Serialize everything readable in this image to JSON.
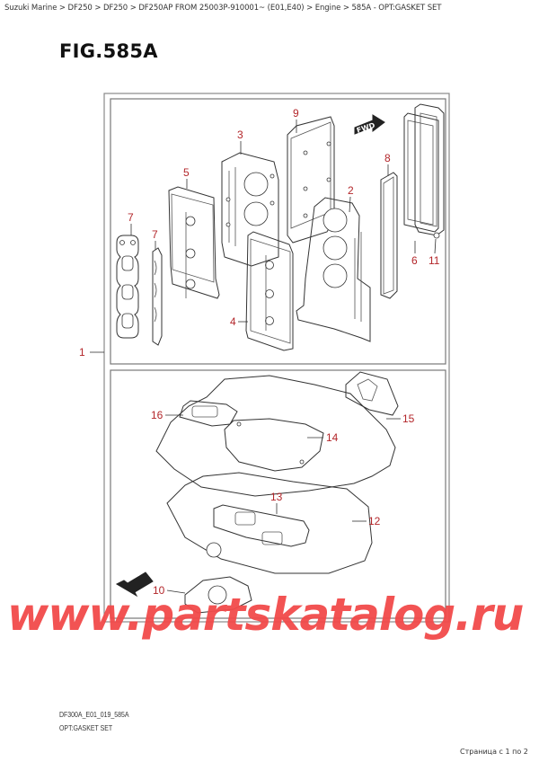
{
  "breadcrumb": {
    "items": [
      "Suzuki Marine",
      "DF250",
      "DF250",
      "DF250AP FROM 25003P-910001~  (E01,E40)",
      "Engine",
      "585A - OPT:GASKET SET"
    ],
    "separator": ">",
    "text": "Suzuki Marine > DF250 > DF250 > DF250AP FROM 25003P-910001~  (E01,E40) > Engine > 585A - OPT:GASKET SET"
  },
  "figure": {
    "title": "FIG.585A",
    "code": "DF300A_E01_019_585A",
    "name": "OPT:GASKET SET"
  },
  "callouts": {
    "top_panel": [
      "1",
      "2",
      "3",
      "4",
      "5",
      "6",
      "7",
      "7",
      "8",
      "9",
      "11"
    ],
    "bottom_panel": [
      "10",
      "12",
      "13",
      "14",
      "15",
      "16"
    ],
    "c1": "1",
    "c2": "2",
    "c3": "3",
    "c4": "4",
    "c5": "5",
    "c6": "6",
    "c7a": "7",
    "c7b": "7",
    "c8": "8",
    "c9": "9",
    "c10": "10",
    "c11": "11",
    "c12": "12",
    "c13": "13",
    "c14": "14",
    "c15": "15",
    "c16": "16"
  },
  "direction_labels": {
    "top": "FWD",
    "bottom": "FWD"
  },
  "colors": {
    "callout": "#b3262a",
    "watermark": "#f24a4a",
    "line": "#333333"
  },
  "watermark": "www.partskatalog.ru",
  "pagination": {
    "text": "Страница с 1 по 2",
    "current": 1,
    "total": 2
  }
}
